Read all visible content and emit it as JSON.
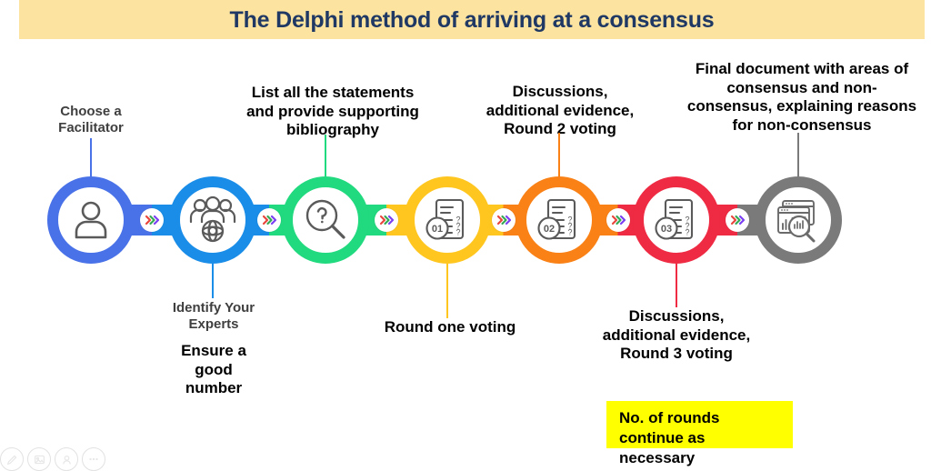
{
  "title": {
    "text": "The Delphi method of arriving at a consensus",
    "band_color": "#FCE3A0",
    "text_color": "#1F3864"
  },
  "flow": {
    "steps": [
      {
        "id": "step-1",
        "icon": "person-icon",
        "color": "#4A72E8",
        "label_above": "Choose a\nFacilitator",
        "label_above_style": "gray",
        "label_below": ""
      },
      {
        "id": "step-2",
        "icon": "group-of-experts-icon",
        "color": "#1A8DE8",
        "label_above": "",
        "label_below": "Identify Your\nExperts",
        "label_below_style": "gray",
        "label_below_extra": "Ensure a\ngood\nnumber"
      },
      {
        "id": "step-3",
        "icon": "magnifier-question-icon",
        "color": "#21D97E",
        "label_above": "List all the statements\nand provide supporting\nbibliography",
        "label_below": ""
      },
      {
        "id": "step-4",
        "icon": "ballot-01-icon",
        "color": "#FFC620",
        "label_above": "",
        "label_below": "Round one voting"
      },
      {
        "id": "step-5",
        "icon": "ballot-02-icon",
        "color": "#F98116",
        "label_above": "Discussions,\nadditional evidence,\nRound 2 voting",
        "label_below": ""
      },
      {
        "id": "step-6",
        "icon": "ballot-03-icon",
        "color": "#EE2B43",
        "label_above": "",
        "label_below": "Discussions,\nadditional evidence,\nRound 3 voting"
      },
      {
        "id": "step-7",
        "icon": "dashboard-analysis-icon",
        "color": "#7A7A7A",
        "label_above": "Final document with areas of\nconsensus and non-\nconsensus, explaining reasons\nfor non-consensus",
        "label_below": ""
      }
    ],
    "connector_icon": "double-chevron-icon",
    "connector_count": 6
  },
  "note": {
    "text": "No. of rounds\ncontinue as necessary",
    "background": "#FFFF00",
    "text_color": "#000000"
  },
  "bottom_toolbar": {
    "icons": [
      "pen-icon",
      "image-icon",
      "person-icon",
      "more-dots-icon"
    ]
  }
}
